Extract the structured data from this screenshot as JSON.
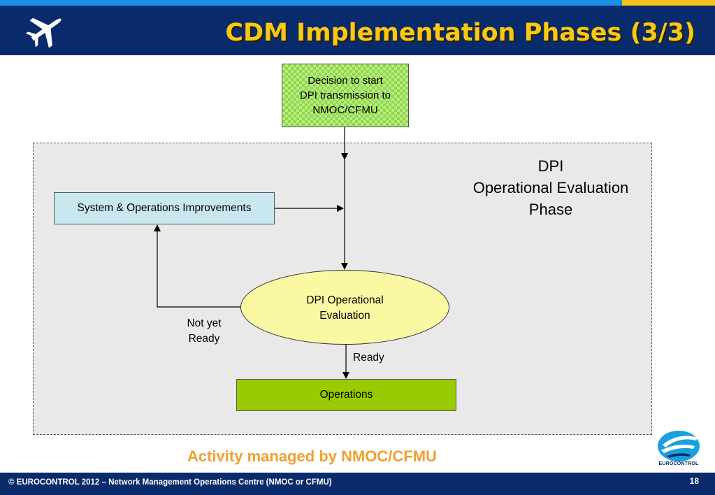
{
  "header": {
    "title": "CDM Implementation Phases (3/3)",
    "icon": "airplane-icon"
  },
  "diagram": {
    "phase_label": [
      "DPI",
      "Operational Evaluation",
      "Phase"
    ],
    "decision_box": [
      "Decision to start",
      "DPI transmission to",
      "NMOC/CFMU"
    ],
    "system_box": "System & Operations Improvements",
    "evaluation_node": [
      "DPI Operational",
      "Evaluation"
    ],
    "operations_box": "Operations",
    "not_yet_label": [
      "Not yet",
      "Ready"
    ],
    "ready_label": "Ready",
    "colors": {
      "decision": "#8fd84a",
      "system": "#c9e7ee",
      "evaluation": "#fbf8a3",
      "operations": "#99cc00",
      "phase_area": "#e9e9e9"
    }
  },
  "activity_text": "Activity managed by NMOC/CFMU",
  "logo": {
    "icon": "eurocontrol-logo-icon",
    "text": "EUROCONTROL"
  },
  "footer": {
    "text": "© EUROCONTROL 2012 – Network Management Operations Centre (NMOC or CFMU)",
    "page_number": "18"
  }
}
